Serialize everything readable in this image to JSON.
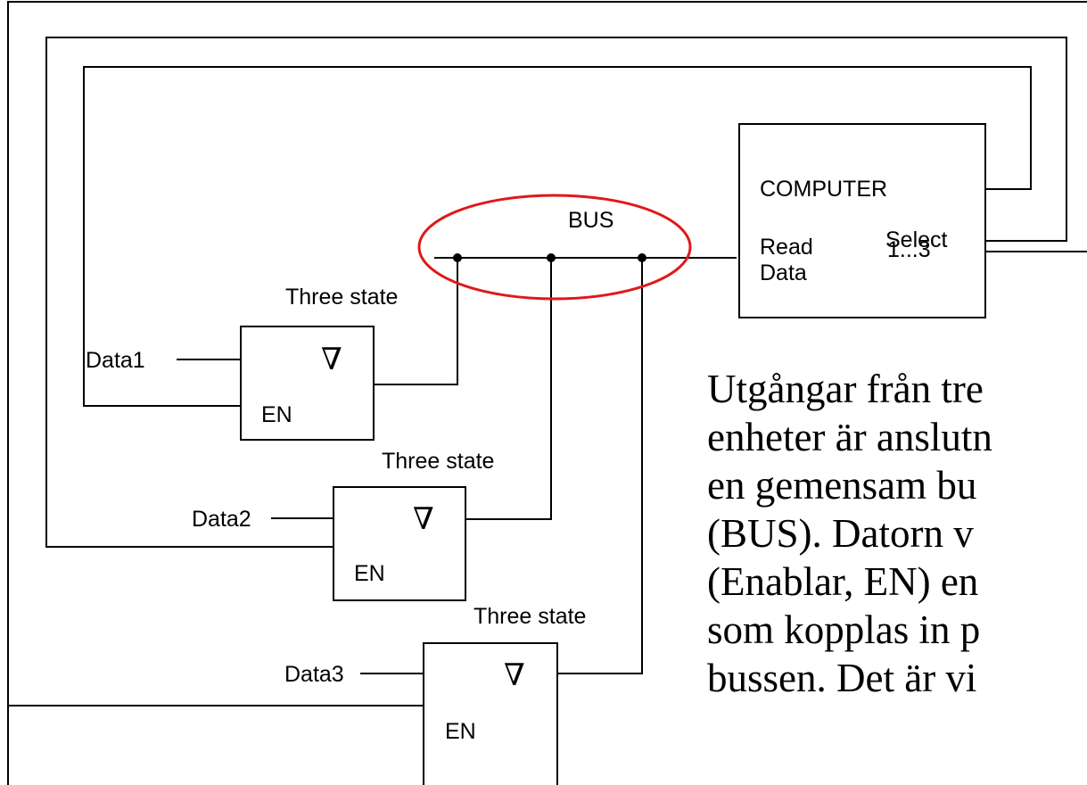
{
  "diagram": {
    "computer": {
      "title": "COMPUTER",
      "read_line1": "Read",
      "read_line2": "Data",
      "select_line1": "Select",
      "select_line2": "1...3"
    },
    "bus_label": "BUS",
    "units": [
      {
        "data_label": "Data1",
        "state_label": "Three state",
        "symbol": "∇",
        "enable_label": "EN"
      },
      {
        "data_label": "Data2",
        "state_label": "Three state",
        "symbol": "∇",
        "enable_label": "EN"
      },
      {
        "data_label": "Data3",
        "state_label": "Three state",
        "symbol": "∇",
        "enable_label": "EN"
      }
    ],
    "highlight_color": "#e01818",
    "caption": "Utgångar från tre\nenheter är anslutn\nen gemensam bu\n(BUS). Datorn v\n(Enablar, EN) en\nsom kopplas in p\nbussen. Det är vi"
  }
}
